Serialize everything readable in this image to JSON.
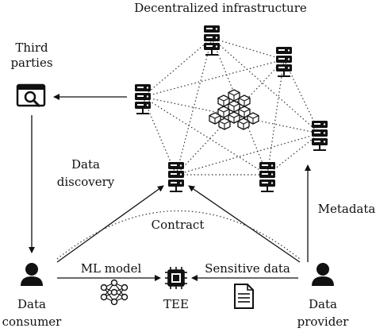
{
  "title": "Decentralized infrastructure",
  "labels": {
    "third_parties_1": "Third",
    "third_parties_2": "parties",
    "data_discovery_1": "Data",
    "data_discovery_2": "discovery",
    "metadata": "Metadata",
    "contract": "Contract",
    "ml_model": "ML model",
    "sensitive_data": "Sensitive data",
    "tee": "TEE",
    "consumer_1": "Data",
    "consumer_2": "consumer",
    "provider_1": "Data",
    "provider_2": "provider"
  },
  "icons": {
    "servers": [
      "server-icon",
      "server-icon",
      "server-icon",
      "server-icon",
      "server-icon",
      "server-icon"
    ],
    "blockchain": "blockchain-icon",
    "search_window": "search-window-icon",
    "person": "person-icon",
    "chip": "chip-icon",
    "neural_network": "neural-network-icon",
    "document": "document-icon"
  },
  "colors": {
    "ink": "#111111",
    "background": "#ffffff"
  }
}
